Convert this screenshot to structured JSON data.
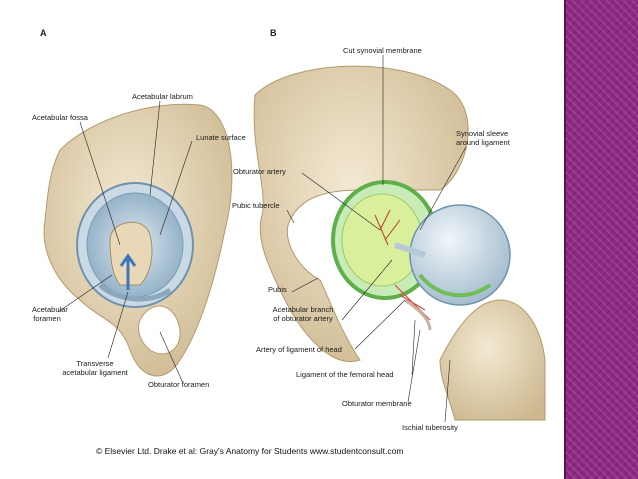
{
  "panels": {
    "a": "A",
    "b": "B"
  },
  "labels": {
    "acetabular_labrum": "Acetabular labrum",
    "acetabular_fossa": "Acetabular fossa",
    "lunate_surface": "Lunate surface",
    "acetabular_foramen_1": "Acetabular",
    "acetabular_foramen_2": "foramen",
    "transverse_ligament_1": "Transverse",
    "transverse_ligament_2": "acetabular ligament",
    "obturator_foramen": "Obturator foramen",
    "cut_synovial_membrane": "Cut synovial membrane",
    "synovial_sleeve_1": "Synovial sleeve",
    "synovial_sleeve_2": "around ligament",
    "obturator_artery": "Obturator artery",
    "pubic_tubercle": "Pubic tubercle",
    "pubis": "Pubis",
    "acetabular_branch_1": "Acetabular branch",
    "acetabular_branch_2": "of obturator artery",
    "artery_ligament_head": "Artery of ligament of head",
    "ligament_femoral_head": "Ligament of the femoral head",
    "obturator_membrane": "Obturator membrane",
    "ischial_tuberosity": "Ischial tuberosity"
  },
  "caption": "© Elsevier Ltd. Drake et al: Gray's Anatomy for Students www.studentconsult.com",
  "colors": {
    "bone": "#e9dcc0",
    "cartilage": "#a9c4d8",
    "synovial": "#8fd07a",
    "accent": "#8e2a84"
  }
}
